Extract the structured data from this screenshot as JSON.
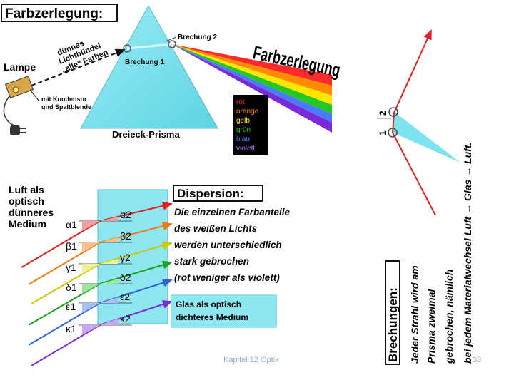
{
  "top": {
    "title": "Farbzerlegung:",
    "bundle_line1": "dünnes",
    "bundle_line2": "Lichtbündel",
    "bundle_line3": "„alle“ Farben",
    "lamp_label": "Lampe",
    "lamp_note_line1": "mit Kondensor",
    "lamp_note_line2": "und Spaltblende",
    "refraction1": "Brechung 1",
    "refraction2": "Brechung 2",
    "prism_label": "Dreieck-Prisma",
    "big_label": "Farbzerlegung",
    "legend": [
      {
        "label": "rot",
        "color": "#ff2a2a"
      },
      {
        "label": "orange",
        "color": "#ff8c00"
      },
      {
        "label": "gelb",
        "color": "#ffe600"
      },
      {
        "label": "grün",
        "color": "#24c824"
      },
      {
        "label": "blau",
        "color": "#4a7bff"
      },
      {
        "label": "violett",
        "color": "#b66bff"
      }
    ]
  },
  "bottom": {
    "medium_line1": "Luft als",
    "medium_line2": "optisch",
    "medium_line3": "dünneres",
    "medium_line4": "Medium",
    "angles_left": [
      "α1",
      "β1",
      "γ1",
      "δ1",
      "ε1",
      "κ1"
    ],
    "angles_right": [
      "α2",
      "β2",
      "γ2",
      "δ2",
      "ε2",
      "κ2"
    ],
    "dispersion_title": "Dispersion:",
    "dispersion_lines": [
      "Die einzelnen Farbanteile",
      "des weißen Lichts",
      "werden unterschiedlich",
      "stark gebrochen",
      "(rot weniger als violett)"
    ],
    "glass_line1": "Glas als optisch",
    "glass_line2": "dichteres Medium"
  },
  "right": {
    "num1": "1",
    "num2": "2",
    "title": "Brechungen:",
    "lines": [
      "Jeder Strahl wird am",
      "Prisma zweimal",
      "gebrochen, nämlich",
      "bei jedem Materialwechsel Luft → Glas → Luft."
    ]
  },
  "footer": {
    "chapter": "Kapitel 12 Optik",
    "page": "33"
  },
  "colors": {
    "prism": "#7fe3ef",
    "ray_red": "#e32020",
    "ray_orange": "#f07a10",
    "ray_yellow": "#c8c800",
    "ray_green": "#1aa01a",
    "ray_blue": "#2f63d6",
    "ray_violet": "#7a2ad6"
  }
}
